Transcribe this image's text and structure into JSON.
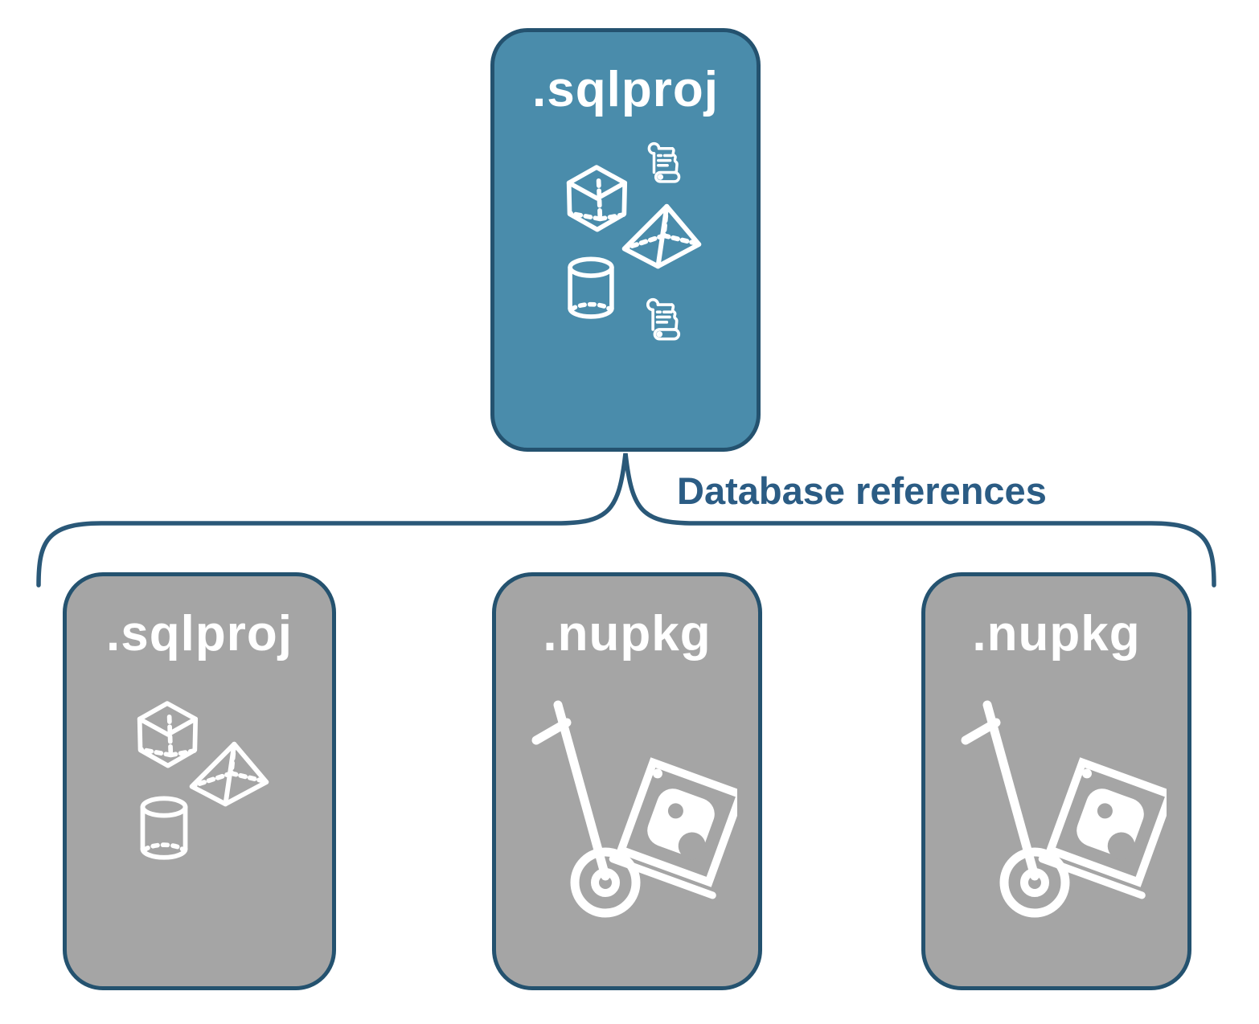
{
  "diagram": {
    "connector_label": "Database references",
    "top_node": {
      "label": ".sqlproj",
      "icons": [
        "cube-icon",
        "scroll-icon",
        "pyramid-icon",
        "cylinder-icon",
        "scroll-icon"
      ]
    },
    "child_nodes": [
      {
        "label": ".sqlproj",
        "icons": [
          "cube-icon",
          "pyramid-icon",
          "cylinder-icon"
        ]
      },
      {
        "label": ".nupkg",
        "icons": [
          "nuget-package-dolly-icon"
        ]
      },
      {
        "label": ".nupkg",
        "icons": [
          "nuget-package-dolly-icon"
        ]
      }
    ],
    "colors": {
      "primary_node_fill": "#4A8CAB",
      "child_node_fill": "#A5A5A5",
      "node_border": "#24526F",
      "connector": "#2A5878",
      "label_text": "#2B5C84",
      "node_text": "#FFFFFF"
    }
  }
}
